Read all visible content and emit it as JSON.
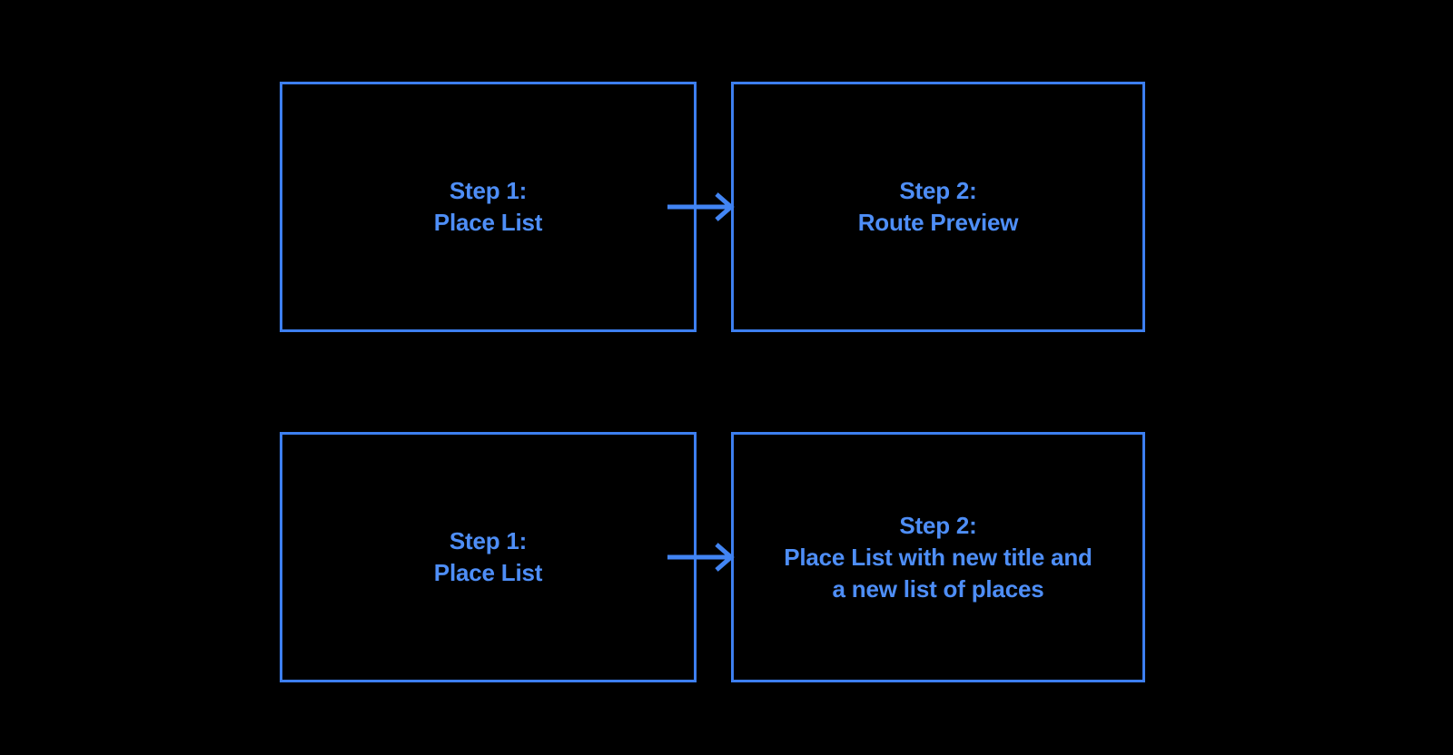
{
  "diagram": {
    "background_color": "#000000",
    "accent_color": "#4285f4",
    "border_color": "#3d7ff0",
    "text_color": "#4e8ef7",
    "rows": [
      {
        "name": "route-preview-flow",
        "from": {
          "step_number": "Step 1:",
          "title": "Place List",
          "label": "Step 1:\nPlace List"
        },
        "arrow": {
          "name": "arrow-right-icon",
          "direction": "right"
        },
        "to": {
          "step_number": "Step 2:",
          "title": "Route Preview",
          "label": "Step 2:\nRoute Preview"
        }
      },
      {
        "name": "place-list-update-flow",
        "from": {
          "step_number": "Step 1:",
          "title": "Place List",
          "label": "Step 1:\nPlace List"
        },
        "arrow": {
          "name": "arrow-right-icon",
          "direction": "right"
        },
        "to": {
          "step_number": "Step 2:",
          "title": "Place List with new title and a new list of places",
          "label": "Step 2:\nPlace List with new title and\na new list of places"
        }
      }
    ]
  }
}
